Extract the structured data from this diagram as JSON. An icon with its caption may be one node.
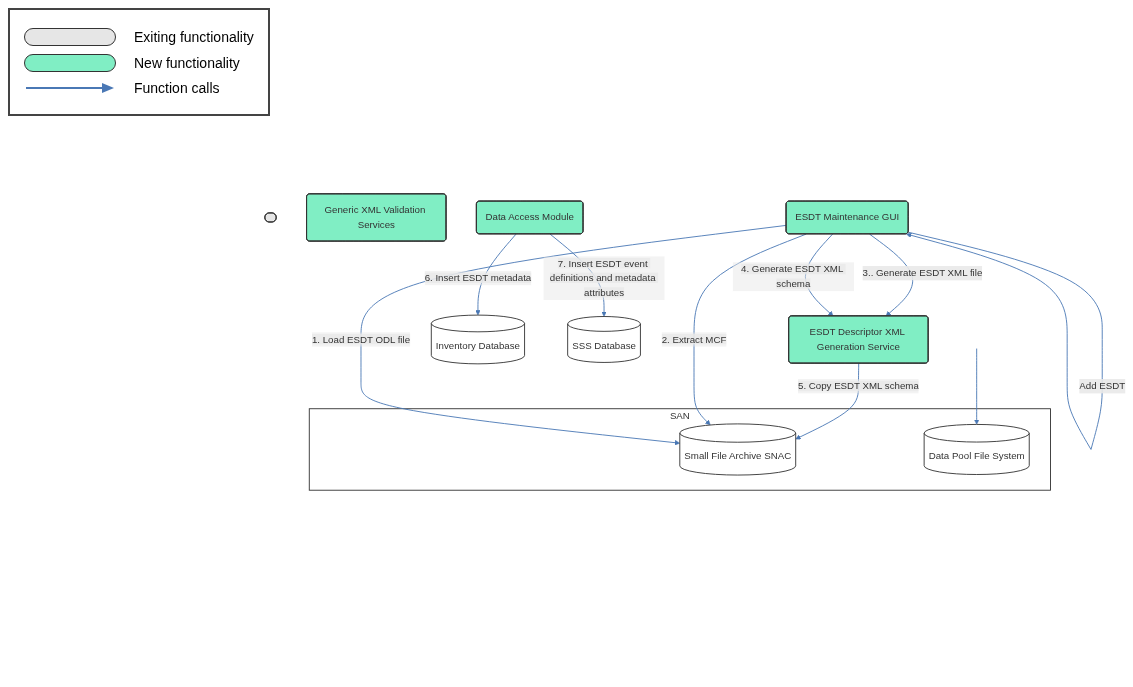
{
  "diagram": {
    "nodes": [
      {
        "text": [],
        "shape": "bar"
      },
      {
        "text": [
          "Generic XML Validation Services"
        ]
      },
      {
        "text": [
          "ESDT Descriptor XML Generation Service"
        ]
      },
      {
        "text": [
          "Inventory Database"
        ]
      },
      {
        "text": [
          "ESDT Maintenance GUI"
        ]
      },
      {
        "text": [
          "Data Access Module"
        ]
      },
      {
        "text": [
          "SSS Database"
        ]
      },
      {
        "text": [
          "SAN"
        ]
      },
      {
        "text": [
          "Small File Archive SNAC"
        ],
        "in": 7
      },
      {
        "text": [
          "Data Pool File System"
        ],
        "in": 7
      }
    ],
    "edges": [
      {
        "from": 4,
        "to": 4,
        "arrow": "to",
        "label": "Add ESDT"
      },
      {
        "from": 4,
        "to": 2,
        "arrow": "to",
        "label": "3.. Generate ESDT XML file"
      },
      {
        "from": 4,
        "to": 2,
        "arrow": "to",
        "label": "4. Generate ESDT XML schema"
      },
      {
        "from": 2,
        "to": 8,
        "arrow": "to",
        "label": "5. Copy ESDT XML schema"
      },
      {
        "from": 4,
        "to": 8,
        "arrow": "to",
        "label": "2. Extract MCF"
      },
      {
        "from": 4,
        "to": 8,
        "arrow": "to",
        "label": "1. Load ESDT ODL file"
      },
      {
        "from": 5,
        "to": 3,
        "arrow": "to",
        "label": "6. Insert ESDT metadata"
      },
      {
        "from": 5,
        "to": 6,
        "arrow": "to",
        "label": "7. Insert ESDT event definitions and metadata attributes"
      },
      {
        "from": null,
        "to": 9,
        "arrow": "to"
      }
    ],
    "legend": [
      {
        "text": "Exiting functionality",
        "color": "#e6e6e6"
      },
      {
        "text": "New functionality",
        "color": "#80eec4"
      },
      {
        "text": "Function calls"
      }
    ]
  }
}
